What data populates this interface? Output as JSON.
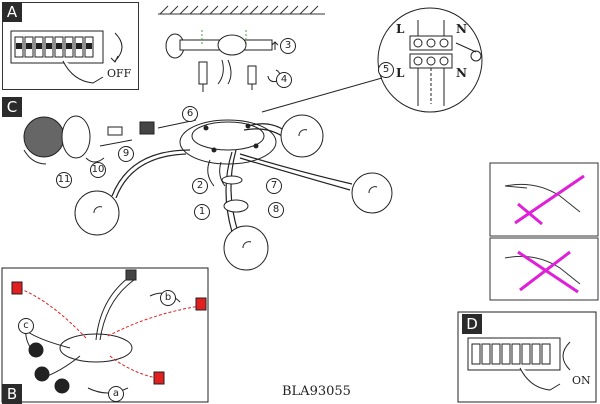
{
  "panels": {
    "a": {
      "letter": "A",
      "off_label": "OFF"
    },
    "b": {
      "letter": "B",
      "step_c": "c",
      "step_b": "b",
      "step_a": "a"
    },
    "c": {
      "letter": "C"
    },
    "d": {
      "letter": "D",
      "on_label": "ON"
    }
  },
  "terminal": {
    "l_top": "L",
    "n_top": "N",
    "l_bottom": "L",
    "n_bottom": "N"
  },
  "steps": [
    "1",
    "2",
    "3",
    "4",
    "5",
    "6",
    "7",
    "8",
    "9",
    "10",
    "11"
  ],
  "model_code": "BLA93055",
  "cross_color": "#e020d8",
  "highlight_color": "#e22020",
  "ground_wire_color": "#3aa63a"
}
